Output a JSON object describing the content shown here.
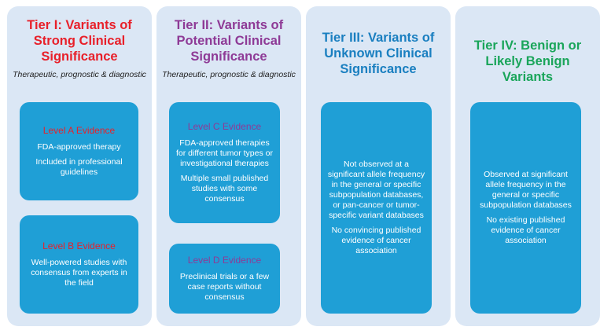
{
  "tiers": [
    {
      "title": "Tier I: Variants of Strong Clinical Significance",
      "subtitle": "Therapeutic, prognostic & diagnostic",
      "color": "#e8202a",
      "levels": [
        {
          "label": "Level A Evidence",
          "label_color": "#e8202a",
          "lines": [
            "FDA-approved therapy",
            "Included in professional guidelines"
          ]
        },
        {
          "label": "Level B Evidence",
          "label_color": "#e8202a",
          "lines": [
            "Well-powered studies with consensus from experts in the field"
          ]
        }
      ]
    },
    {
      "title": "Tier II: Variants of Potential Clinical Significance",
      "subtitle": "Therapeutic, prognostic & diagnostic",
      "color": "#8e3a96",
      "levels": [
        {
          "label": "Level C Evidence",
          "label_color": "#8e3a96",
          "lines": [
            "FDA-approved therapies for different tumor types or investigational therapies",
            "Multiple small published studies with some consensus"
          ]
        },
        {
          "label": "Level D Evidence",
          "label_color": "#8e3a96",
          "lines": [
            "Preclinical trials or a few case reports without consensus"
          ]
        }
      ]
    },
    {
      "title": "Tier III: Variants of Unknown Clinical Significance",
      "color": "#1a7fc0",
      "lines": [
        "Not observed at a significant allele frequency in the general or specific subpopulation databases, or pan-cancer or tumor-specific variant databases",
        "No convincing published evidence of cancer association"
      ]
    },
    {
      "title": "Tier IV: Benign or Likely Benign Variants",
      "color": "#1aa55a",
      "lines": [
        "Observed at significant allele frequency in the general or specific subpopulation databases",
        "No existing published evidence of cancer association"
      ]
    }
  ]
}
